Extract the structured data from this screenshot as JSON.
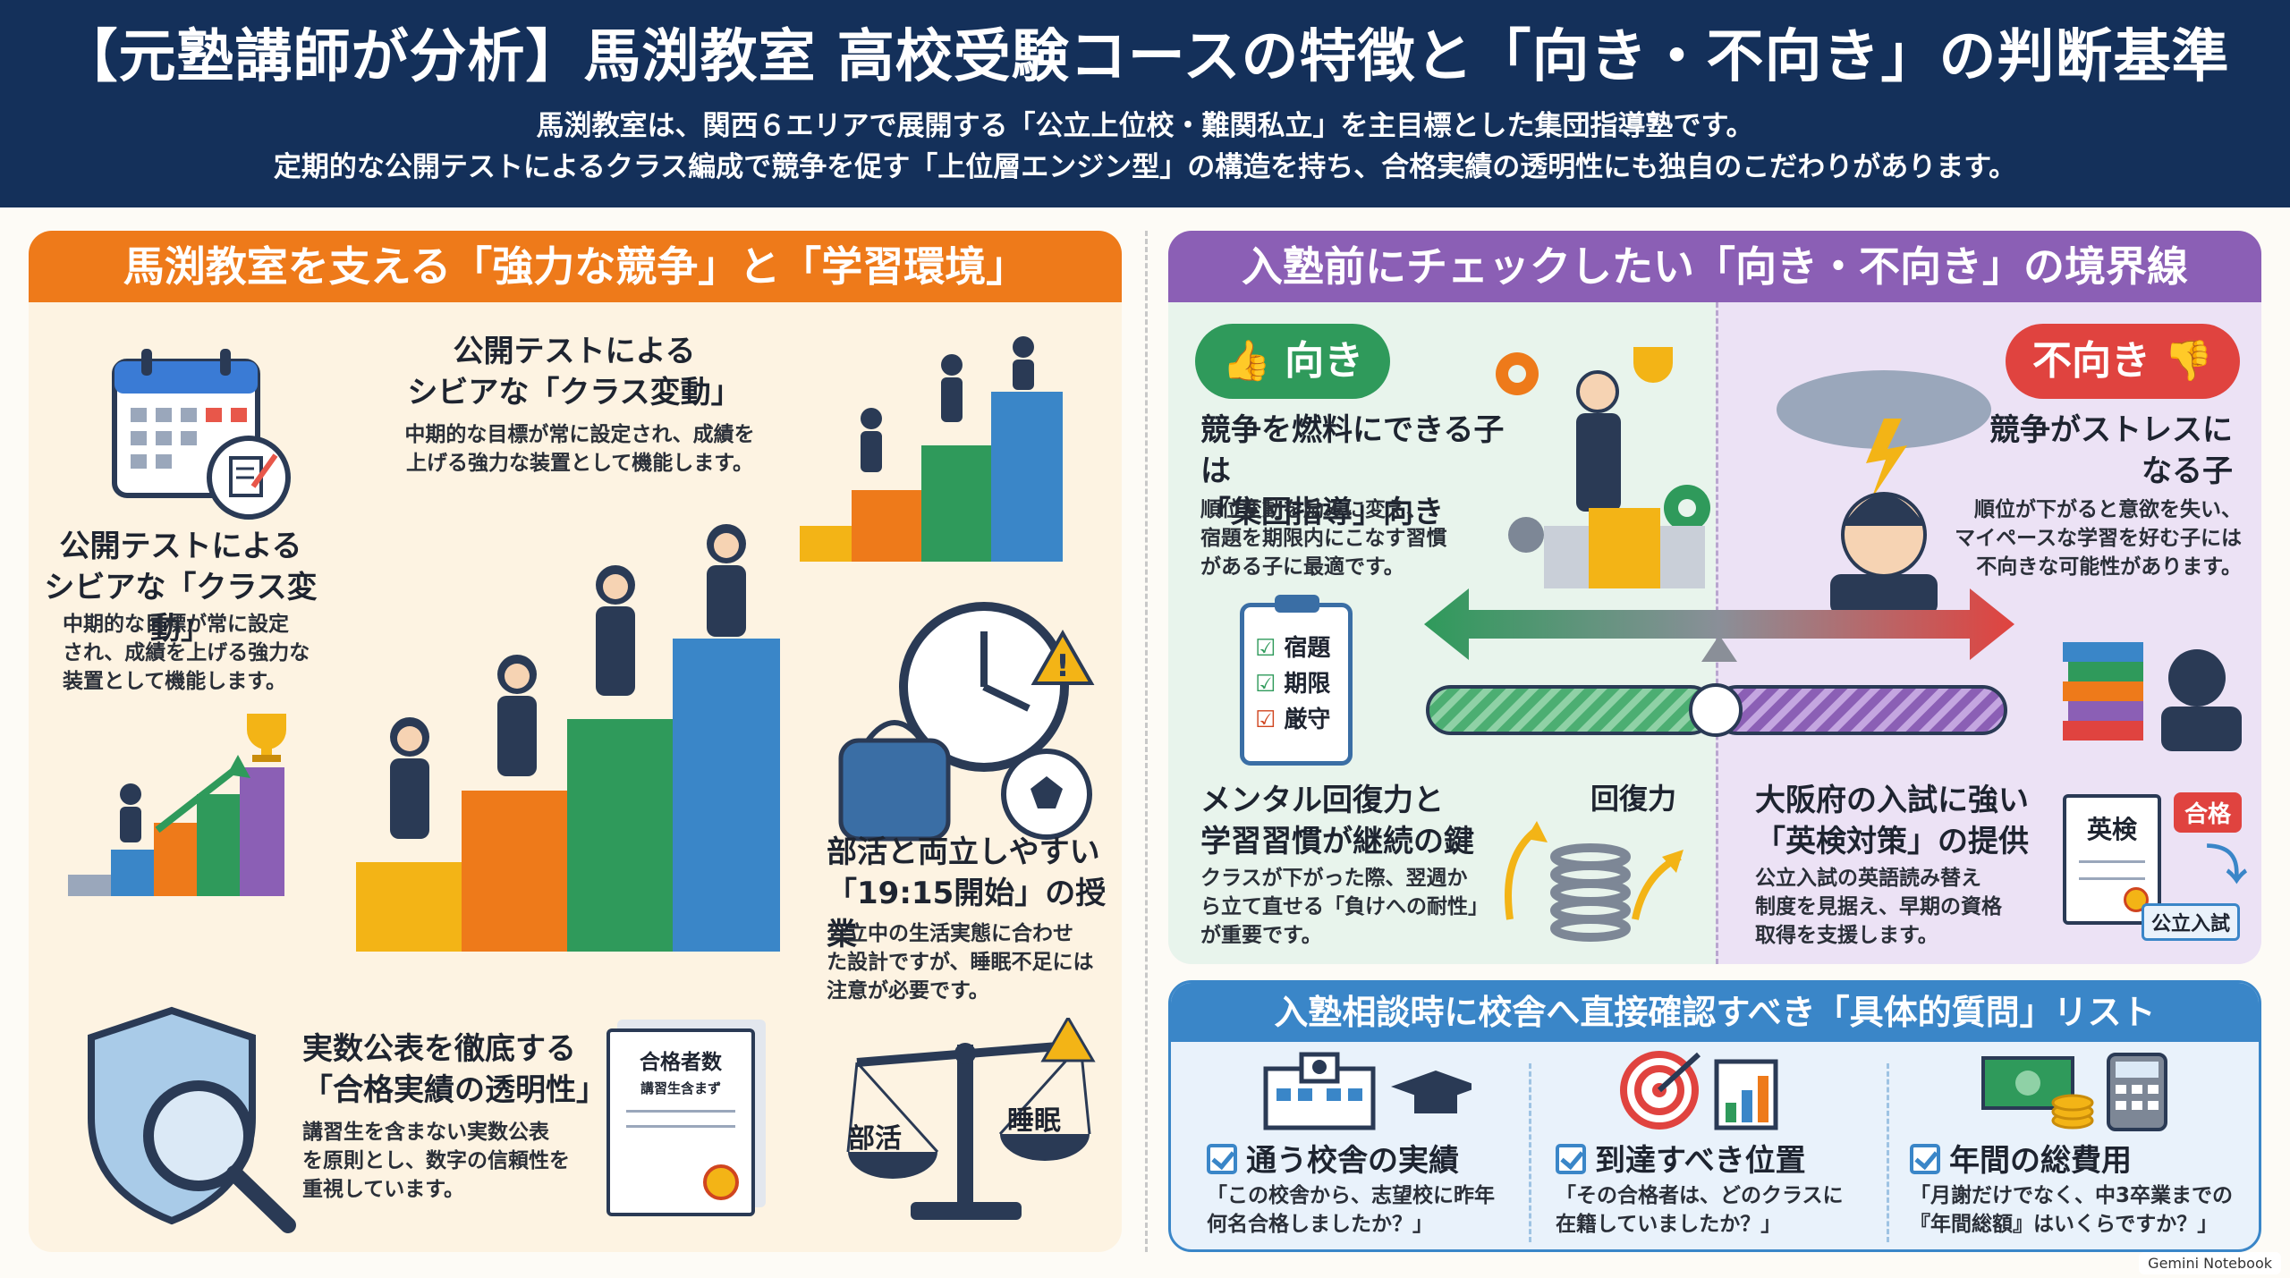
{
  "header": {
    "title": "【元塾講師が分析】馬渕教室 高校受験コースの特徴と「向き・不向き」の判断基準",
    "subtitle_line1": "馬渕教室は、関西６エリアで展開する「公立上位校・難関私立」を主目標とした集団指導塾です。",
    "subtitle_line2": "定期的な公開テストによるクラス編成で競争を促す「上位層エンジン型」の構造を持ち、合格実績の透明性にも独自のこだわりがあります。"
  },
  "left_panel": {
    "heading": "馬渕教室を支える「強力な競争」と「学習環境」",
    "block_a": {
      "title_line1": "公開テストによる",
      "title_line2": "シビアな「クラス変動」",
      "text_line1": "中期的な目標が常に設定",
      "text_line2": "され、成績を上げる強力な",
      "text_line3": "装置として機能します。"
    },
    "block_b": {
      "title_line1": "公開テストによる",
      "title_line2": "シビアな「クラス変動」",
      "text_line1": "中期的な目標が常に設定され、成績を",
      "text_line2": "上げる強力な装置として機能します。"
    },
    "block_c": {
      "title_line1": "部活と両立しやすい",
      "title_line2": "「19:15開始」の授業",
      "text_line1": "公立中の生活実態に合わせ",
      "text_line2": "た設計ですが、睡眠不足には",
      "text_line3": "注意が必要です。"
    },
    "block_d": {
      "title_line1": "実数公表を徹底する",
      "title_line2": "「合格実績の透明性」",
      "text_line1": "講習生を含まない実数公表",
      "text_line2": "を原則とし、数字の信頼性を",
      "text_line3": "重視しています。"
    },
    "doc_label_line1": "合格者数",
    "doc_label_line2": "講習生含まず",
    "scale_left": "部活",
    "scale_right": "睡眠"
  },
  "right_panel": {
    "heading": "入塾前にチェックしたい「向き・不向き」の境界線",
    "suited": {
      "pill": "向き",
      "title_line1": "競争を燃料にできる子は",
      "title_line2": "「集団指導」向き",
      "text_line1": "順位変動を励みに変え、",
      "text_line2": "宿題を期限内にこなす習慣",
      "text_line3": "がある子に最適です。",
      "checklist": [
        "宿題",
        "期限",
        "厳守"
      ]
    },
    "unsuited": {
      "pill": "不向き",
      "title_line1": "競争がストレスに",
      "title_line2": "なる子",
      "text_line1": "順位が下がると意欲を失い、",
      "text_line2": "マイペースな学習を好む子には",
      "text_line3": "不向きな可能性があります。"
    },
    "mental": {
      "title_line1": "メンタル回復力と",
      "title_line2": "学習習慣が継続の鍵",
      "text_line1": "クラスが下がった際、翌週か",
      "text_line2": "ら立て直せる「負けへの耐性」",
      "text_line3": "が重要です。",
      "spring_label": "回復力"
    },
    "eiken": {
      "title_line1": "大阪府の入試に強い",
      "title_line2": "「英検対策」の提供",
      "text_line1": "公立入試の英語読み替え",
      "text_line2": "制度を見据え、早期の資格",
      "text_line3": "取得を支援します。",
      "doc_label": "英検",
      "badge": "合格",
      "target": "公立入試"
    }
  },
  "bottom_panel": {
    "heading": "入塾相談時に校舎へ直接確認すべき「具体的質問」リスト",
    "items": [
      {
        "title": "通う校舎の実績",
        "text_line1": "「この校舎から、志望校に昨年",
        "text_line2": "何名合格しましたか？」"
      },
      {
        "title": "到達すべき位置",
        "text_line1": "「その合格者は、どのクラスに",
        "text_line2": "在籍していましたか？」"
      },
      {
        "title": "年間の総費用",
        "text_line1": "「月謝だけでなく、中3卒業までの",
        "text_line2": "『年間総額』はいくらですか？」"
      }
    ]
  },
  "footer": {
    "logo": "Gemini Notebook"
  },
  "colors": {
    "navy": "#14305a",
    "orange": "#ee7a1a",
    "purple": "#8b5fb5",
    "blue": "#3a86c8",
    "green": "#2f9a5b",
    "red": "#e0433f"
  }
}
